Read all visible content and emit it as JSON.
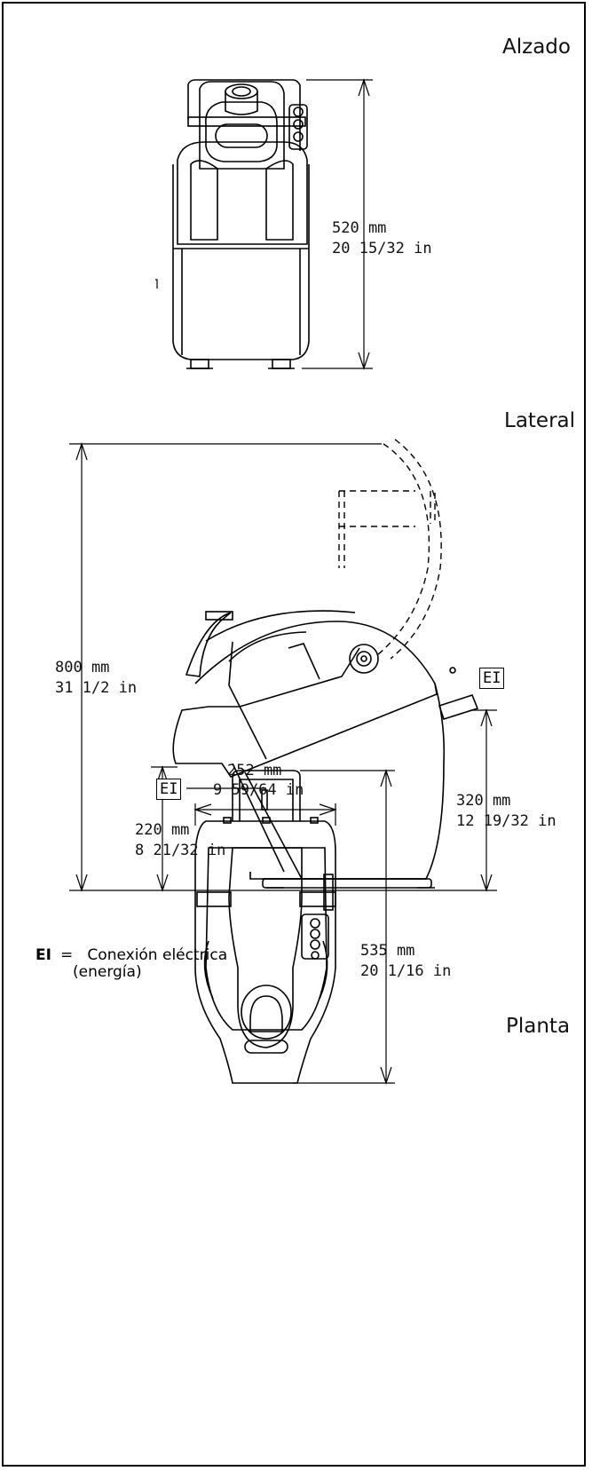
{
  "views": {
    "alzado": {
      "title": "Alzado",
      "height_mm": "520 mm",
      "height_in": "20 15/32 in"
    },
    "lateral": {
      "title": "Lateral",
      "total_mm": "800 mm",
      "total_in": "31 1/2 in",
      "base_mm": "220 mm",
      "base_in": "8 21/32 in",
      "conn_mm": "320 mm",
      "conn_in": "12 19/32 in",
      "conn_label": "EI"
    },
    "planta": {
      "title": "Planta",
      "width_mm": "252 mm",
      "width_in": "9 59/64 in",
      "depth_mm": "535 mm",
      "depth_in": "20 1/16 in",
      "conn_label": "EI"
    }
  },
  "legend": {
    "key": "EI",
    "eq": "=",
    "text1": "Conexión eléctrica",
    "text2": "(energía)"
  }
}
